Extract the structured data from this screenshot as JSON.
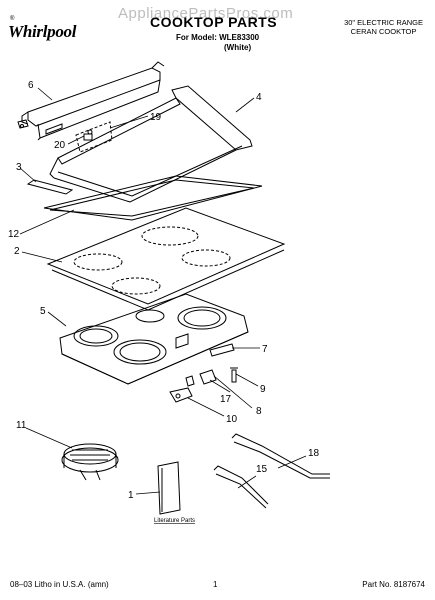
{
  "header": {
    "brand": "Whirlpool",
    "brand_mark": "®",
    "watermark": "AppliancePartsPros.com",
    "title": "COOKTOP PARTS",
    "model_line": "For Model: WLE83300",
    "color_line": "(White)",
    "range_type_line1": "30\" ELECTRIC RANGE",
    "range_type_line2": "CERAN COOKTOP"
  },
  "callouts": [
    "6",
    "4",
    "19",
    "20",
    "3",
    "12",
    "2",
    "5",
    "7",
    "9",
    "17",
    "8",
    "10",
    "11",
    "18",
    "15",
    "1"
  ],
  "literature_label": "Literature Parts",
  "footer": {
    "litho": "08–03 Litho in U.S.A. (amn)",
    "page": "1",
    "part_no": "Part No. 8187674"
  }
}
